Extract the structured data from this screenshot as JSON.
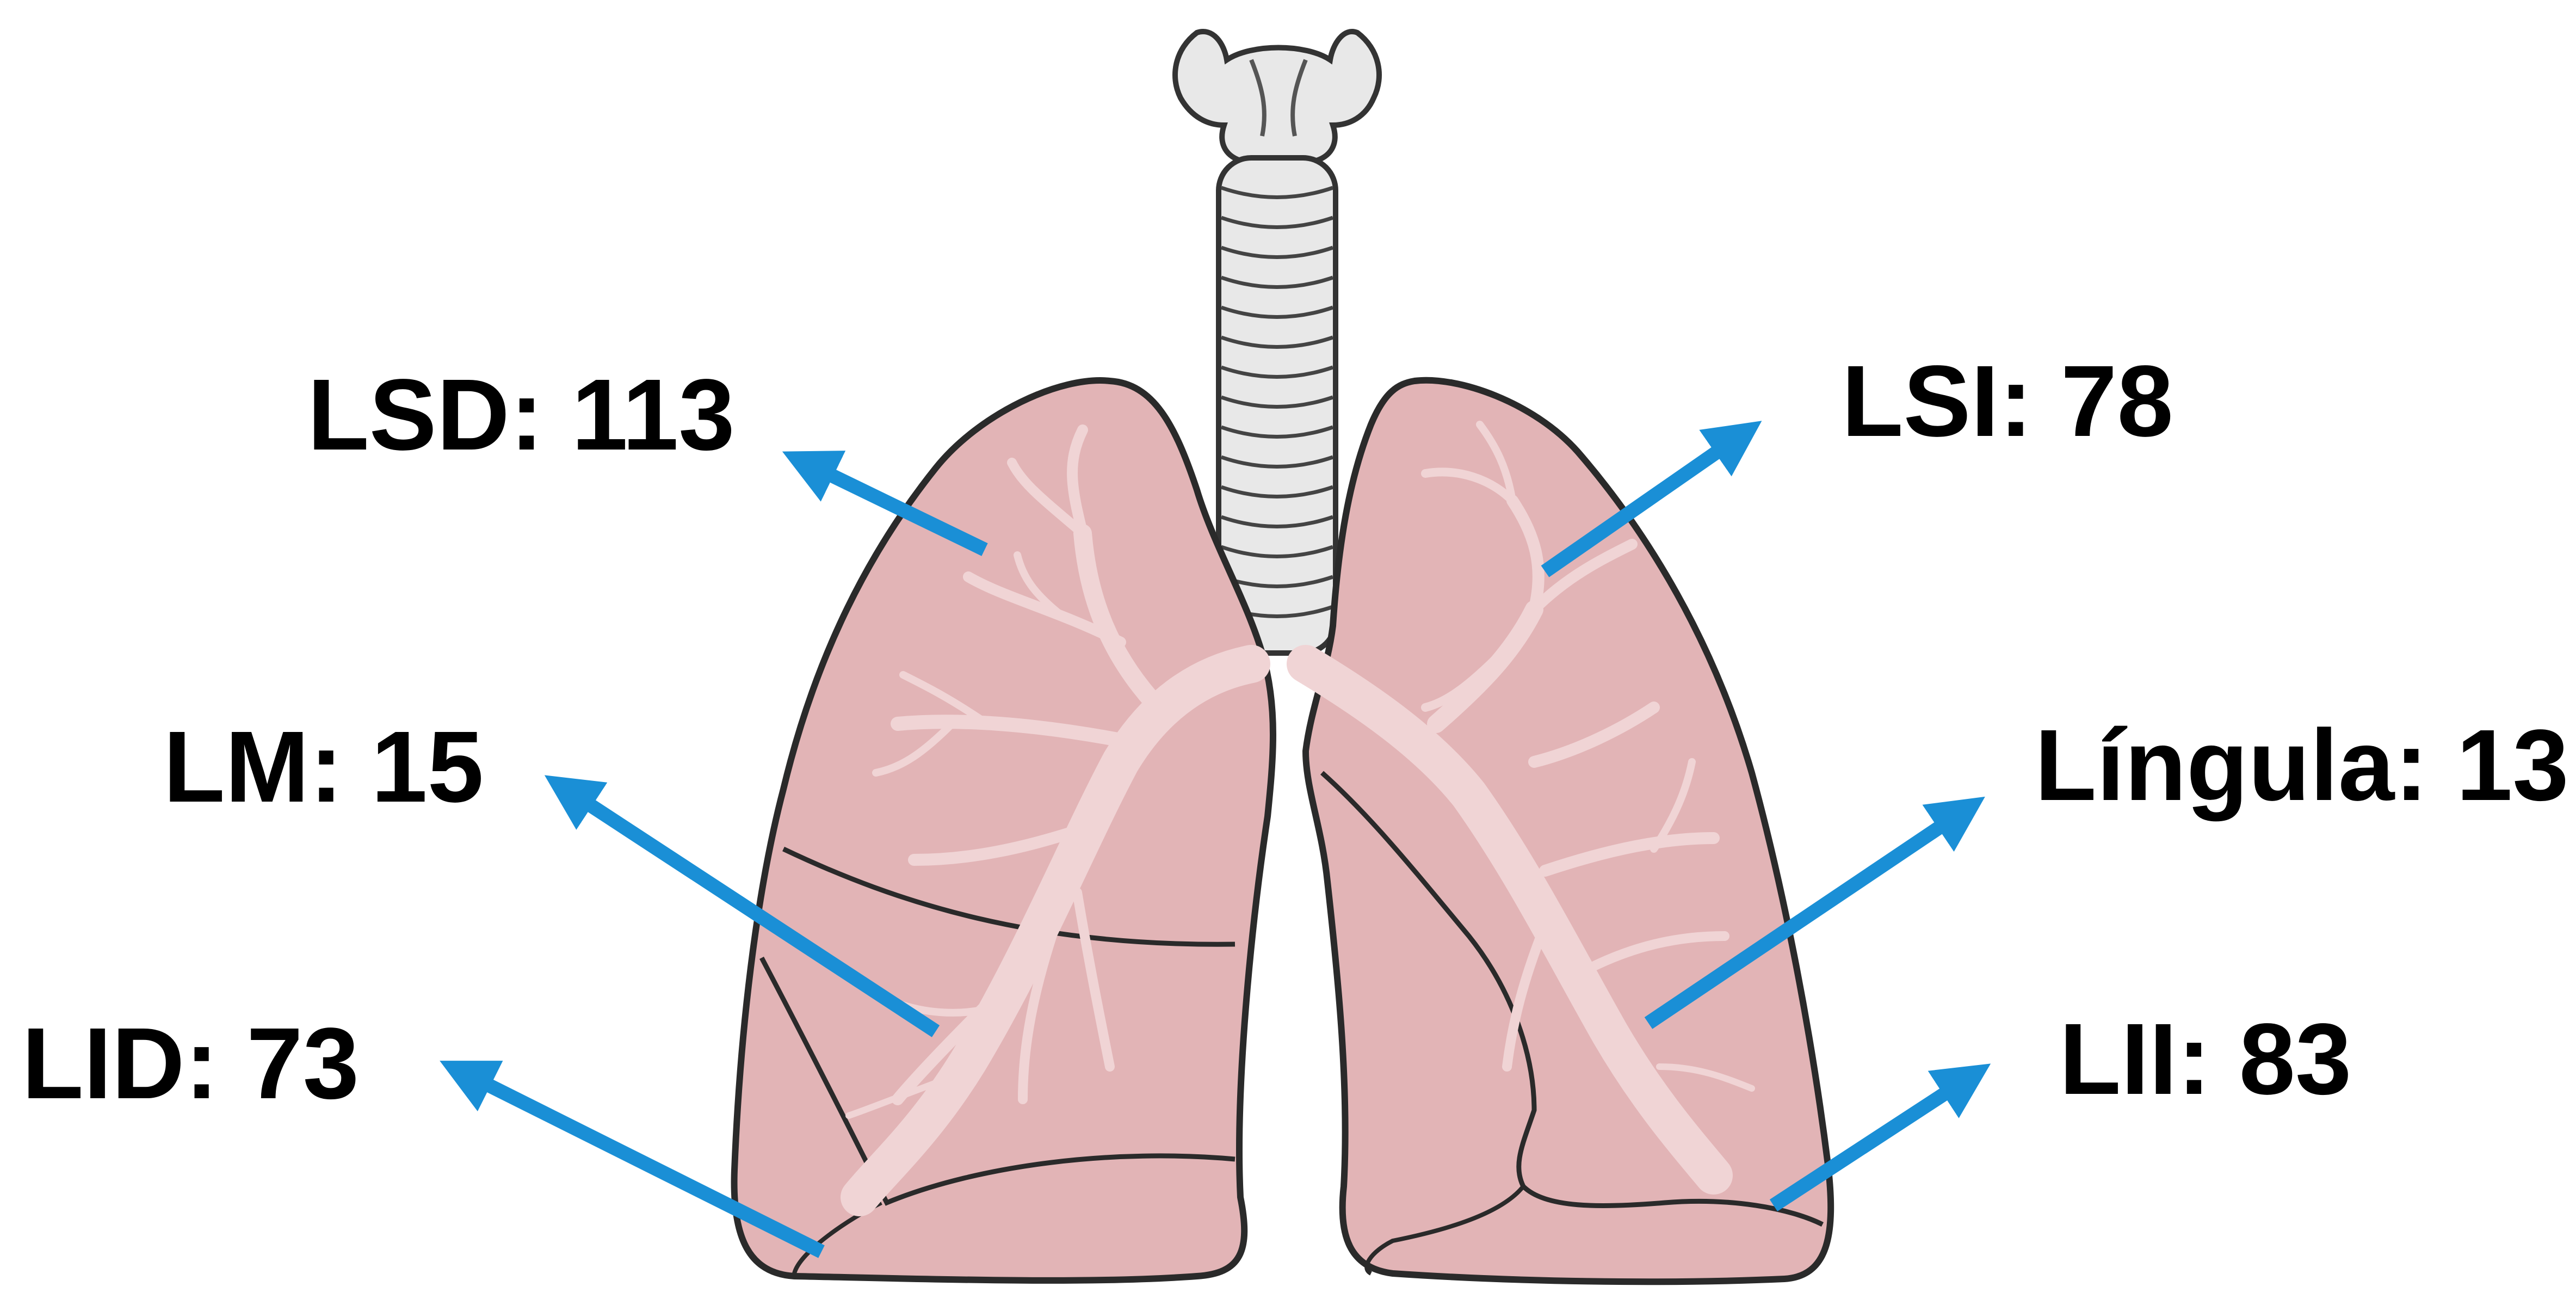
{
  "labels": {
    "lsd": "LSD: 113",
    "lsi": "LSI: 78",
    "lm": "LM: 15",
    "lingula": "Língula: 13",
    "lid": "LID: 73",
    "lii": "LII: 83"
  },
  "colors": {
    "arrow": "#1a8fd6",
    "lung_fill": "#e2b4b6",
    "lung_outline": "#2a2a2a",
    "bronchi": "#f0d4d5",
    "bronchi_outline": "#caa0a3",
    "trachea_fill": "#e8e8e8",
    "trachea_outline": "#333333",
    "text": "#000000"
  },
  "icons": {
    "diagram": "lungs-anatomy-illustration"
  }
}
